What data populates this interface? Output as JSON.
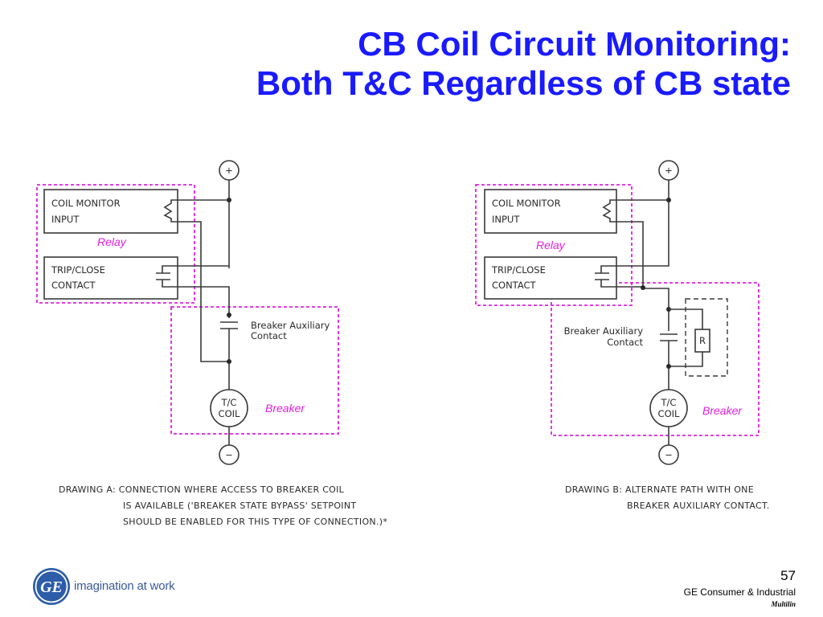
{
  "title": {
    "line1": "CB Coil Circuit Monitoring:",
    "line2": "Both T&C Regardless of CB state"
  },
  "drawing_a": {
    "coil_monitor": [
      "COIL MONITOR",
      "INPUT"
    ],
    "trip_close": [
      "TRIP/CLOSE",
      "CONTACT"
    ],
    "relay_label": "Relay",
    "breaker_aux": [
      "Breaker Auxiliary",
      "Contact"
    ],
    "coil": [
      "T/C",
      "COIL"
    ],
    "breaker_label": "Breaker",
    "plus": "+",
    "minus": "−",
    "caption": [
      "DRAWING A: CONNECTION WHERE ACCESS TO BREAKER COIL",
      "IS AVAILABLE ('BREAKER STATE BYPASS' SETPOINT",
      "SHOULD BE ENABLED FOR THIS TYPE OF CONNECTION.)*"
    ]
  },
  "drawing_b": {
    "coil_monitor": [
      "COIL MONITOR",
      "INPUT"
    ],
    "trip_close": [
      "TRIP/CLOSE",
      "CONTACT"
    ],
    "relay_label": "Relay",
    "breaker_aux": [
      "Breaker Auxiliary",
      "Contact"
    ],
    "resistor": "R",
    "coil": [
      "T/C",
      "COIL"
    ],
    "breaker_label": "Breaker",
    "plus": "+",
    "minus": "−",
    "caption": [
      "DRAWING B: ALTERNATE PATH WITH ONE",
      "BREAKER AUXILIARY CONTACT."
    ]
  },
  "footer": {
    "page_number": "57",
    "company": "GE Consumer & Industrial",
    "division": "Multilin",
    "tagline": "imagination at work",
    "logo_text": "GE"
  },
  "colors": {
    "title": "#1a1aff",
    "boundary": "#e020e0",
    "logo": "#2d5ca8"
  }
}
